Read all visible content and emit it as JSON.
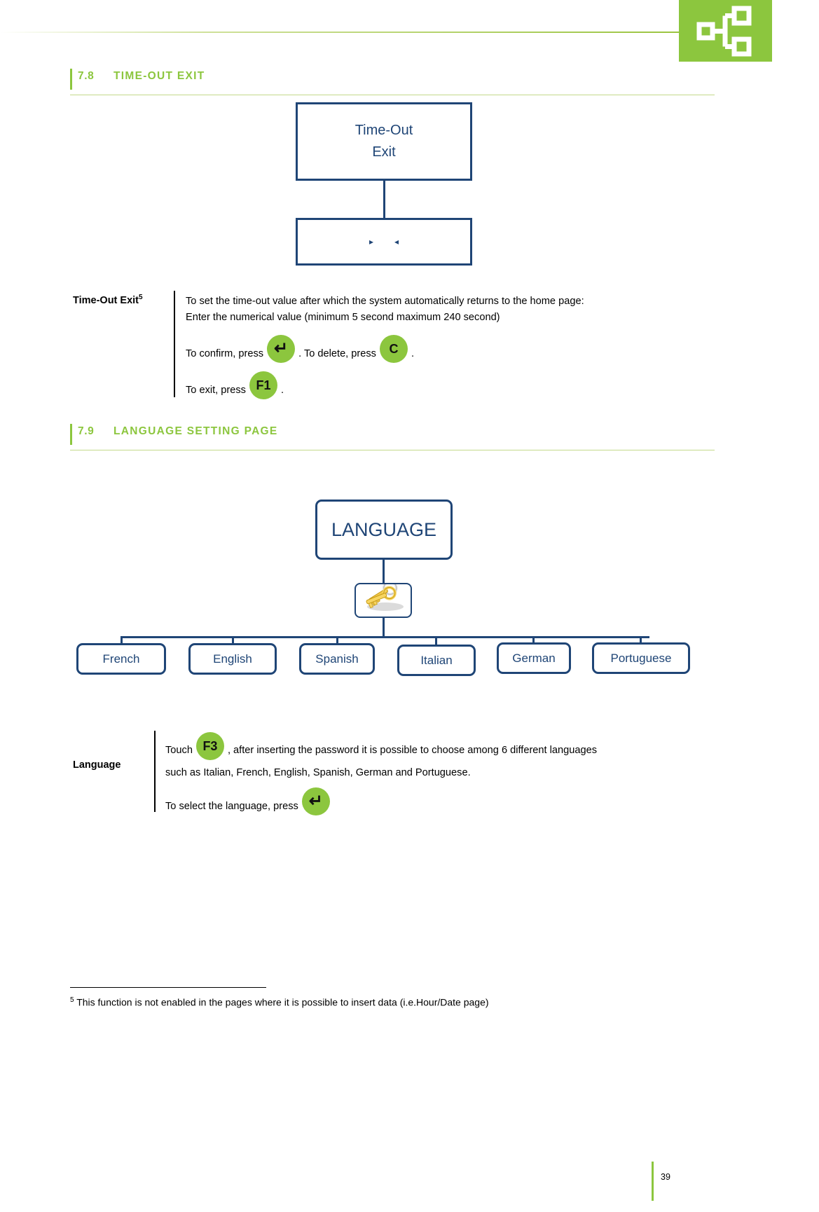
{
  "document": {
    "page_number": "39",
    "logo_icon": "network-hierarchy-icon",
    "brand_color": "#8cc63e",
    "chart_color": "#1f4576"
  },
  "sections": [
    {
      "number": "7.8",
      "title": "TIME-OUT EXIT"
    },
    {
      "number": "7.9",
      "title": "LANGUAGE SETTING PAGE"
    }
  ],
  "timeout_chart": {
    "root_line1": "Time-Out",
    "root_line2": "Exit",
    "child_arrow_right": "▸",
    "child_arrow_left": "◂"
  },
  "timeout_desc": {
    "label": "Time-Out Exit",
    "label_footnote": "5",
    "line1": "To set the time-out  value after which the system automatically returns to the home page:",
    "line2": "Enter the numerical value (minimum 5 second maximum 240 second)",
    "confirm_prefix": "To confirm, press",
    "confirm_key": "↵",
    "confirm_key_name": "enter-key",
    "delete_prefix": ". To delete, press",
    "delete_key": "C",
    "delete_suffix": ".",
    "exit_prefix": "To exit, press",
    "exit_key": "F1",
    "exit_suffix": "."
  },
  "language_chart": {
    "root": "LANGUAGE",
    "key_icon": "keys-icon",
    "options": [
      "French",
      "English",
      "Spanish",
      "Italian",
      "German",
      "Portuguese"
    ]
  },
  "language_desc": {
    "label": "Language",
    "touch_prefix": "Touch",
    "touch_key": "F3",
    "touch_suffix": ", after inserting the password it is possible to choose among 6 different languages",
    "line2": "such as Italian, French, English, Spanish, German and Portuguese.",
    "select_prefix": "To select the language, press",
    "select_key": "↵",
    "select_key_name": "enter-key"
  },
  "footnote": {
    "marker": "5",
    "text": "This function is not enabled in the pages where it is possible to insert data (i.e.Hour/Date page)"
  }
}
